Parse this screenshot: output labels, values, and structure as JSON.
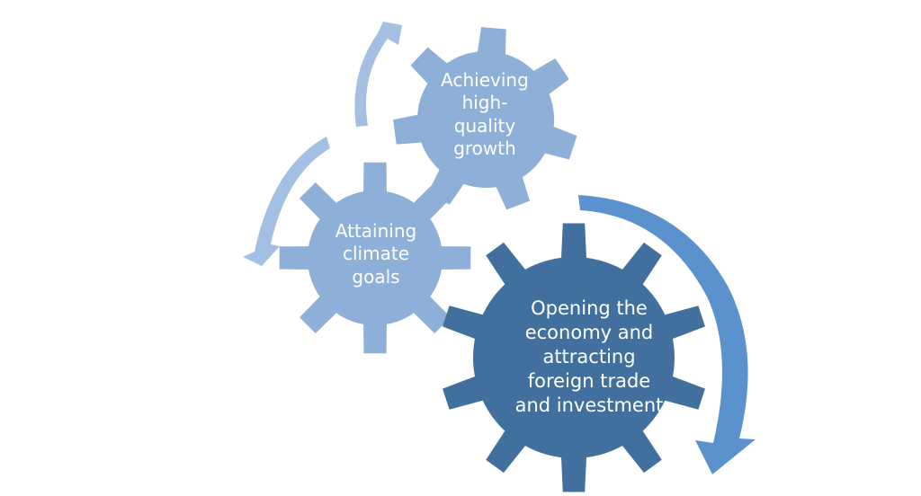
{
  "diagram": {
    "gears": [
      {
        "id": "growth",
        "label": "Achieving\nhigh-\nquality\ngrowth"
      },
      {
        "id": "climate",
        "label": "Attaining\nclimate\ngoals"
      },
      {
        "id": "opening",
        "label": "Opening the\neconomy and\nattracting\nforeign trade\nand investment"
      }
    ]
  },
  "colors": {
    "light_gear": "#8DAFD8",
    "dark_gear": "#41709E",
    "light_arrow": "#A3BFE2",
    "dark_arrow": "#5B92CE",
    "text": "#FFFFFF"
  }
}
